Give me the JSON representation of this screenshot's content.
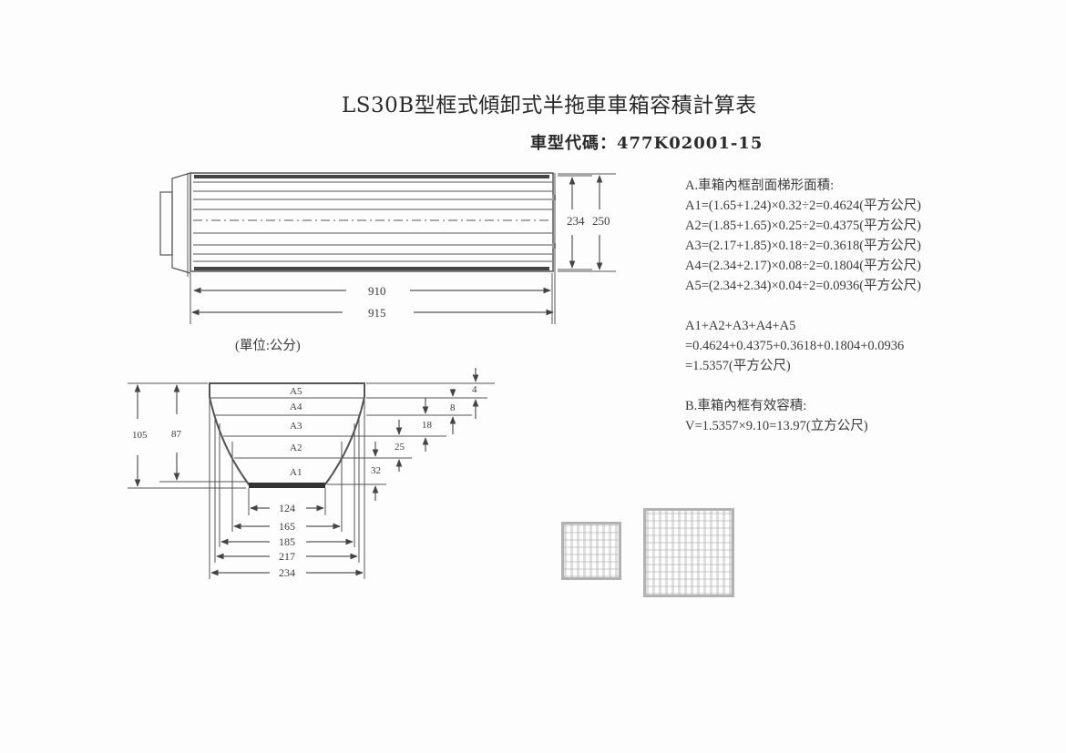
{
  "header": {
    "title": "LS30B型框式傾卸式半拖車車箱容積計算表",
    "model_code_label": "車型代碼",
    "model_code_value": "：477K02001-15"
  },
  "top_view": {
    "dim_inner_width": "234",
    "dim_outer_width": "250",
    "dim_inner_length": "910",
    "dim_outer_length": "915"
  },
  "unit_note": "(單位:公分)",
  "cross_section": {
    "total_height": "105",
    "inner_height": "87",
    "layers": [
      {
        "label": "A1",
        "height": "32"
      },
      {
        "label": "A2",
        "height": "25"
      },
      {
        "label": "A3",
        "height": "18"
      },
      {
        "label": "A4",
        "height": "8"
      },
      {
        "label": "A5",
        "height": "4"
      }
    ],
    "widths": [
      "124",
      "165",
      "185",
      "217",
      "234"
    ]
  },
  "calculation": {
    "section_a_title": "A.車箱內框剖面梯形面積:",
    "formulas": [
      "A1=(1.65+1.24)×0.32÷2=0.4624(平方公尺)",
      "A2=(1.85+1.65)×0.25÷2=0.4375(平方公尺)",
      "A3=(2.17+1.85)×0.18÷2=0.3618(平方公尺)",
      "A4=(2.34+2.17)×0.08÷2=0.1804(平方公尺)",
      "A5=(2.34+2.34)×0.04÷2=0.0936(平方公尺)"
    ],
    "sum_expr": "A1+A2+A3+A4+A5",
    "sum_values": "=0.4624+0.4375+0.3618+0.1804+0.0936",
    "sum_result": "=1.5357(平方公尺)",
    "section_b_title": "B.車箱內框有效容積:",
    "volume": "V=1.5357×9.10=13.97(立方公尺)"
  },
  "stamps": [
    "small-seal-stamp",
    "large-seal-stamp"
  ]
}
